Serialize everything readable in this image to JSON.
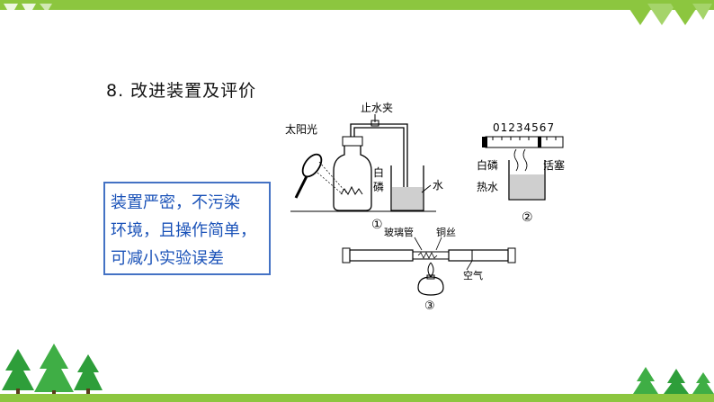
{
  "colors": {
    "accent_green": "#8cc63f",
    "tree_green": "#2e9e3a",
    "note_border": "#4472c4",
    "note_text": "#1a52b8"
  },
  "heading": "8. 改进装置及评价",
  "note_lines": [
    "装置严密，不污染",
    "环境，且操作简单，",
    "可减小实验误差"
  ],
  "figure1": {
    "clamp_label": "止水夹",
    "sun_label": "太阳光",
    "white_p_char1": "白",
    "white_p_char2": "磷",
    "water_label": "水",
    "number": "①"
  },
  "figure2": {
    "scale_labels": "01234567",
    "white_p_label": "白磷",
    "hot_water_label": "热水",
    "piston_label": "活塞",
    "number": "②"
  },
  "figure3": {
    "glass_tube_label": "玻璃管",
    "copper_wire_label": "铜丝",
    "air_label": "空气",
    "number": "③"
  }
}
